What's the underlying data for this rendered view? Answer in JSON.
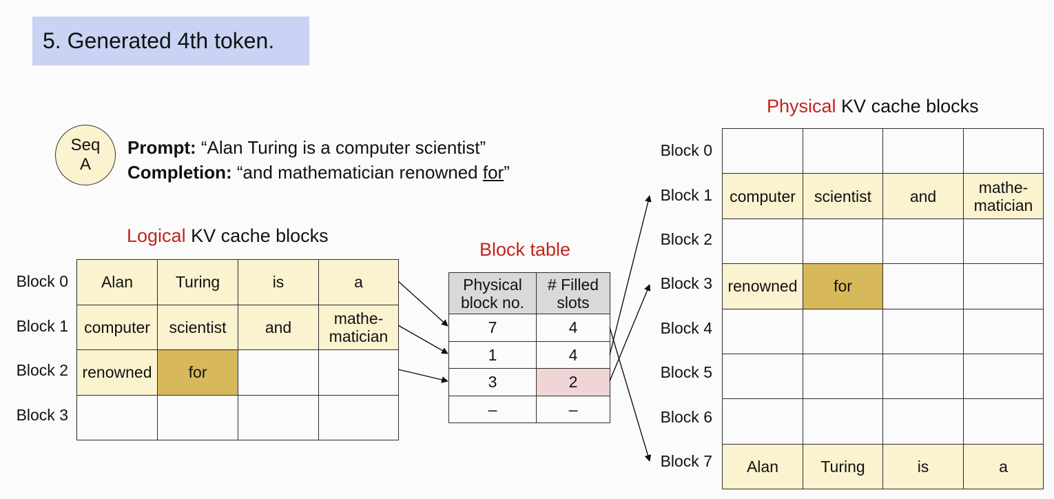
{
  "step_banner": "5. Generated 4th token.",
  "sequence": {
    "badge_line1": "Seq",
    "badge_line2": "A",
    "prompt_label": "Prompt:",
    "prompt_text": " “Alan Turing is a computer scientist”",
    "completion_label": "Completion:",
    "completion_text": " “and mathematician renowned ",
    "completion_new_token": "for",
    "completion_close": "”"
  },
  "logical": {
    "title_highlight": "Logical",
    "title_rest": " KV cache blocks",
    "row_labels": [
      "Block 0",
      "Block 1",
      "Block 2",
      "Block 3"
    ],
    "cells": [
      [
        "Alan",
        "Turing",
        "is",
        "a"
      ],
      [
        "computer",
        "scientist",
        "and",
        "mathe-\nmatician"
      ],
      [
        "renowned",
        "for",
        "",
        ""
      ],
      [
        "",
        "",
        "",
        ""
      ]
    ]
  },
  "block_table": {
    "title": "Block table",
    "headers": [
      "Physical\nblock no.",
      "# Filled\nslots"
    ],
    "rows": [
      [
        "7",
        "4"
      ],
      [
        "1",
        "4"
      ],
      [
        "3",
        "2"
      ],
      [
        "–",
        "–"
      ]
    ]
  },
  "physical": {
    "title_highlight": "Physical",
    "title_rest": " KV cache blocks",
    "row_labels": [
      "Block 0",
      "Block 1",
      "Block 2",
      "Block 3",
      "Block 4",
      "Block 5",
      "Block 6",
      "Block 7"
    ],
    "cells": [
      [
        "",
        "",
        "",
        ""
      ],
      [
        "computer",
        "scientist",
        "and",
        "mathe-\nmatician"
      ],
      [
        "",
        "",
        "",
        ""
      ],
      [
        "renowned",
        "for",
        "",
        ""
      ],
      [
        "",
        "",
        "",
        ""
      ],
      [
        "",
        "",
        "",
        ""
      ],
      [
        "",
        "",
        "",
        ""
      ],
      [
        "Alan",
        "Turing",
        "is",
        "a"
      ]
    ]
  },
  "colors": {
    "highlight_red": "#c3241c",
    "filled_cell": "#fbf2cf",
    "new_token_cell": "#d7b85a",
    "updated_count_cell": "#efd5d5",
    "table_header": "#d9d9d9",
    "banner": "#c9d3f3"
  }
}
